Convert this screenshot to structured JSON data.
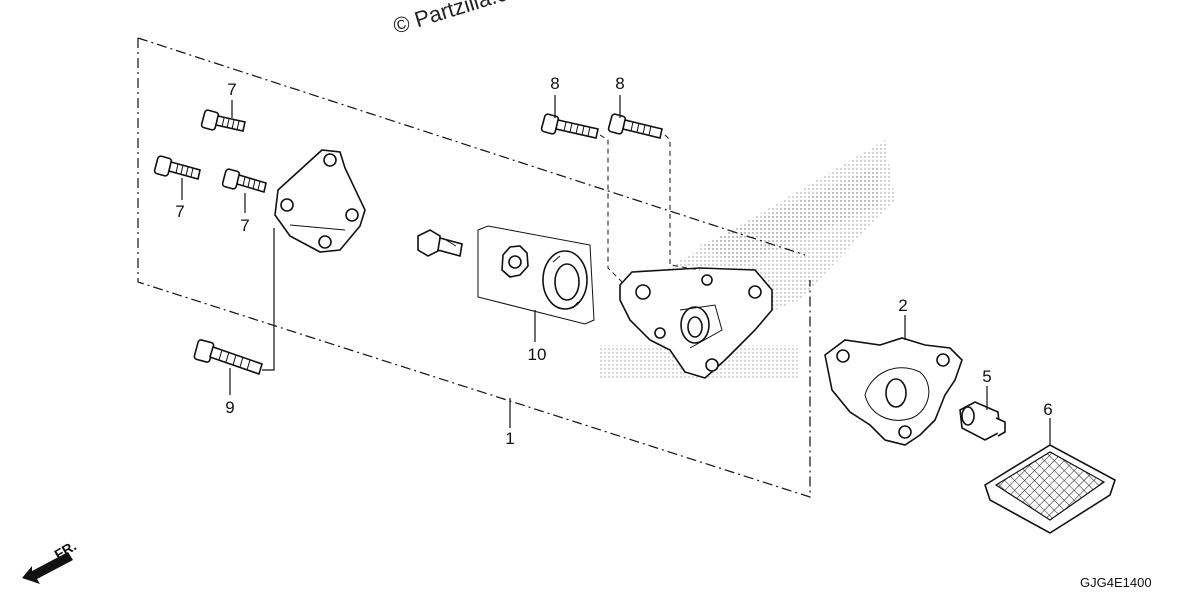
{
  "watermark": "© Partzilla.com",
  "diagram_code": "GJG4E1400",
  "front_indicator": "FR.",
  "callouts": {
    "c1": "1",
    "c2": "2",
    "c5": "5",
    "c6": "6",
    "c7a": "7",
    "c7b": "7",
    "c7c": "7",
    "c8a": "8",
    "c8b": "8",
    "c9": "9",
    "c10": "10"
  }
}
